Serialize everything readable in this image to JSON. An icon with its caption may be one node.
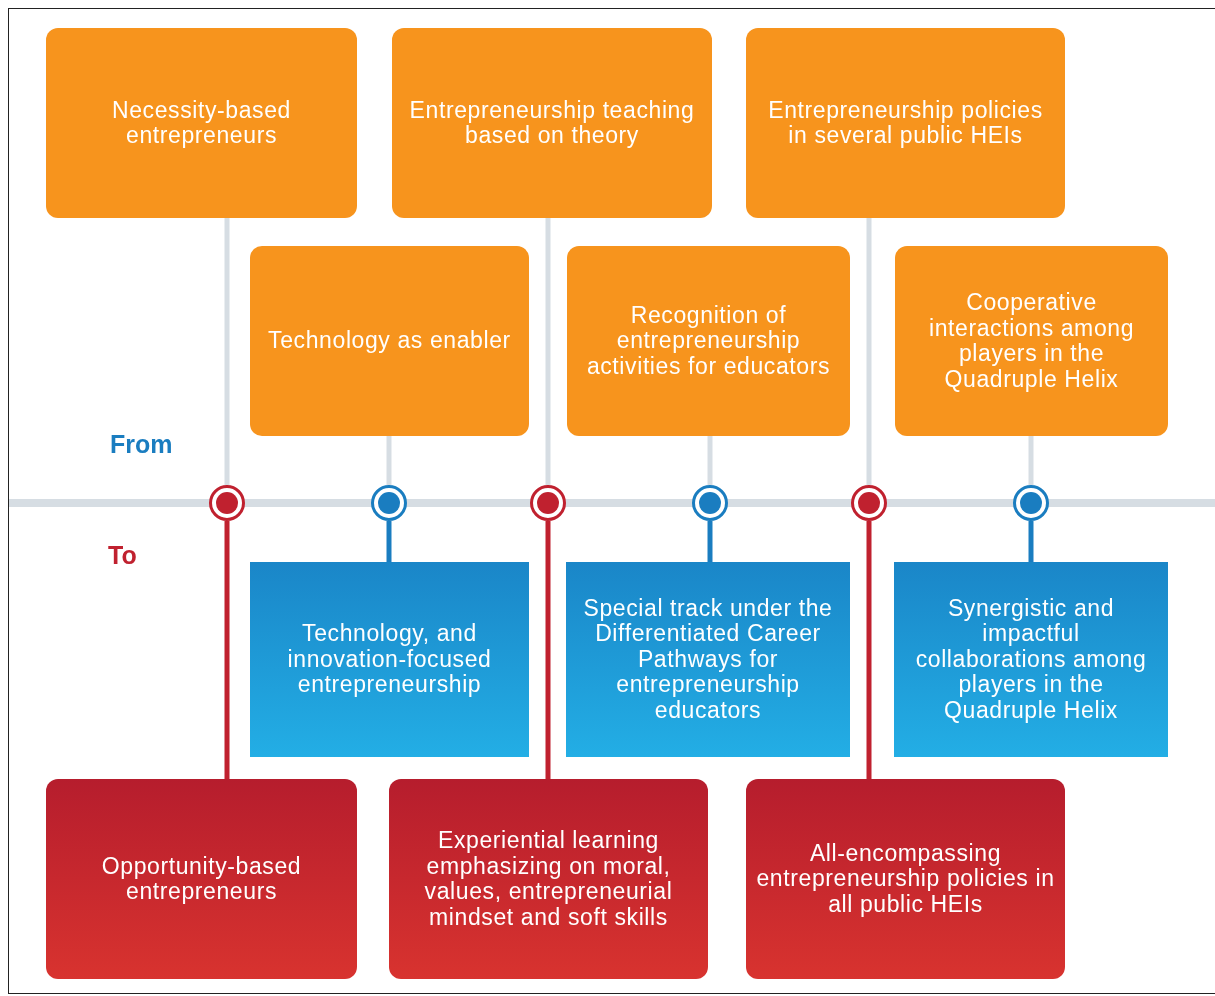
{
  "diagram": {
    "nodes": [
      {
        "text": [
          "Necessity-based entrepreneurs"
        ]
      },
      {
        "text": [
          "Entrepreneurship teaching based on theory"
        ]
      },
      {
        "text": [
          "Entrepreneurship policies in several public HEIs"
        ]
      },
      {
        "text": [
          "Technology as enabler"
        ]
      },
      {
        "text": [
          "Recognition of entrepreneurship activities for educators"
        ]
      },
      {
        "text": [
          "Cooperative interactions among players in the Quadruple Helix"
        ]
      },
      {
        "text": [],
        "shape": "circle"
      },
      {
        "text": [],
        "shape": "circle"
      },
      {
        "text": [],
        "shape": "circle"
      },
      {
        "text": [],
        "shape": "circle"
      },
      {
        "text": [],
        "shape": "circle"
      },
      {
        "text": [],
        "shape": "circle"
      },
      {
        "text": [
          "Technology, and innovation-focused entrepreneurship"
        ]
      },
      {
        "text": [
          "Special track under the Differentiated Career Pathways for entrepreneurship educators"
        ]
      },
      {
        "text": [
          "Synergistic and impactful collaborations among players in the Quadruple Helix"
        ]
      },
      {
        "text": [
          "Opportunity-based entrepreneurs"
        ]
      },
      {
        "text": [
          "Experiential learning emphasizing on moral, values, entrepreneurial mindset and soft skills"
        ]
      },
      {
        "text": [
          "All-encompassing entrepreneurship policies in all public HEIs"
        ]
      }
    ],
    "edges": [
      {
        "from": 0,
        "to": 6,
        "arrow": "none"
      },
      {
        "from": 6,
        "to": 15,
        "arrow": "none",
        "color": "#c0212f"
      },
      {
        "from": 3,
        "to": 7,
        "arrow": "none"
      },
      {
        "from": 7,
        "to": 12,
        "arrow": "none",
        "color": "#1a7dc0"
      },
      {
        "from": 1,
        "to": 8,
        "arrow": "none"
      },
      {
        "from": 8,
        "to": 16,
        "arrow": "none",
        "color": "#c0212f"
      },
      {
        "from": 4,
        "to": 9,
        "arrow": "none"
      },
      {
        "from": 9,
        "to": 13,
        "arrow": "none",
        "color": "#1a7dc0"
      },
      {
        "from": 2,
        "to": 10,
        "arrow": "none"
      },
      {
        "from": 10,
        "to": 17,
        "arrow": "none",
        "color": "#c0212f"
      },
      {
        "from": 5,
        "to": 11,
        "arrow": "none"
      },
      {
        "from": 11,
        "to": 14,
        "arrow": "none",
        "color": "#1a7dc0"
      }
    ],
    "labels": [
      "From",
      "To"
    ]
  }
}
